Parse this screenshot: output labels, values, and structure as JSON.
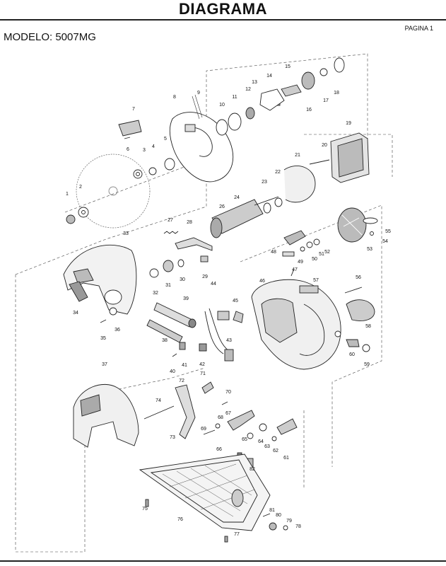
{
  "header": {
    "title": "DIAGRAMA",
    "page": "PAGINA 1",
    "model": "MODELO: 5007MG"
  },
  "parts": [
    {
      "n": "1"
    },
    {
      "n": "2"
    },
    {
      "n": "3"
    },
    {
      "n": "4"
    },
    {
      "n": "5"
    },
    {
      "n": "6"
    },
    {
      "n": "7"
    },
    {
      "n": "8"
    },
    {
      "n": "9"
    },
    {
      "n": "10"
    },
    {
      "n": "11"
    },
    {
      "n": "12"
    },
    {
      "n": "13"
    },
    {
      "n": "14"
    },
    {
      "n": "15"
    },
    {
      "n": "16"
    },
    {
      "n": "17"
    },
    {
      "n": "18"
    },
    {
      "n": "19"
    },
    {
      "n": "20"
    },
    {
      "n": "21"
    },
    {
      "n": "22"
    },
    {
      "n": "23"
    },
    {
      "n": "24"
    },
    {
      "n": "26"
    },
    {
      "n": "27"
    },
    {
      "n": "28"
    },
    {
      "n": "29"
    },
    {
      "n": "30"
    },
    {
      "n": "31"
    },
    {
      "n": "32"
    },
    {
      "n": "33"
    },
    {
      "n": "34"
    },
    {
      "n": "35"
    },
    {
      "n": "36"
    },
    {
      "n": "37"
    },
    {
      "n": "38"
    },
    {
      "n": "39"
    },
    {
      "n": "40"
    },
    {
      "n": "41"
    },
    {
      "n": "42"
    },
    {
      "n": "43"
    },
    {
      "n": "44"
    },
    {
      "n": "45"
    },
    {
      "n": "46"
    },
    {
      "n": "47"
    },
    {
      "n": "48"
    },
    {
      "n": "49"
    },
    {
      "n": "50"
    },
    {
      "n": "51"
    },
    {
      "n": "52"
    },
    {
      "n": "53"
    },
    {
      "n": "54"
    },
    {
      "n": "55"
    },
    {
      "n": "56"
    },
    {
      "n": "57"
    },
    {
      "n": "58"
    },
    {
      "n": "59"
    },
    {
      "n": "60"
    },
    {
      "n": "61"
    },
    {
      "n": "62"
    },
    {
      "n": "63"
    },
    {
      "n": "64"
    },
    {
      "n": "65"
    },
    {
      "n": "66"
    },
    {
      "n": "67"
    },
    {
      "n": "68"
    },
    {
      "n": "69"
    },
    {
      "n": "70"
    },
    {
      "n": "71"
    },
    {
      "n": "72"
    },
    {
      "n": "73"
    },
    {
      "n": "74"
    },
    {
      "n": "75"
    },
    {
      "n": "76"
    },
    {
      "n": "77"
    },
    {
      "n": "78"
    },
    {
      "n": "79"
    },
    {
      "n": "80"
    },
    {
      "n": "81"
    },
    {
      "n": "82"
    }
  ]
}
